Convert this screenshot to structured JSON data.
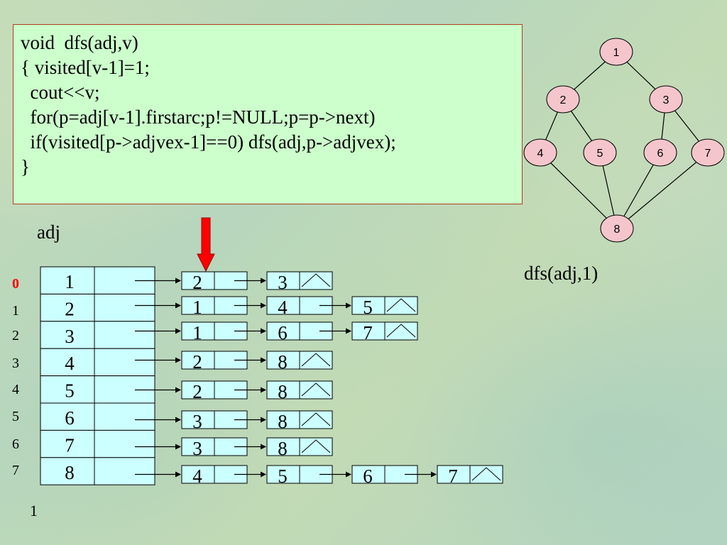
{
  "code": {
    "lines": [
      "void  dfs(adj,v)",
      "{ visited[v-1]=1;",
      "  cout<<v;",
      "  for(p=adj[v-1].firstarc;p!=NULL;p=p->next)",
      "  if(visited[p->adjvex-1]==0) dfs(adj,p->adjvex);",
      "}"
    ]
  },
  "labels": {
    "adj": "adj",
    "call": "dfs(adj,1)",
    "output": "1"
  },
  "array": {
    "indices": [
      "0",
      "1",
      "2",
      "3",
      "4",
      "5",
      "6",
      "7"
    ],
    "vertices": [
      "1",
      "2",
      "3",
      "4",
      "5",
      "6",
      "7",
      "8"
    ],
    "highlighted_index": 0
  },
  "adjacency_lists": [
    [
      "2",
      "3"
    ],
    [
      "1",
      "4",
      "5"
    ],
    [
      "1",
      "6",
      "7"
    ],
    [
      "2",
      "8"
    ],
    [
      "2",
      "8"
    ],
    [
      "3",
      "8"
    ],
    [
      "3",
      "8"
    ],
    [
      "4",
      "5",
      "6",
      "7"
    ]
  ],
  "graph": {
    "nodes": [
      "1",
      "2",
      "3",
      "4",
      "5",
      "6",
      "7",
      "8"
    ],
    "edges": [
      [
        "1",
        "2"
      ],
      [
        "1",
        "3"
      ],
      [
        "2",
        "4"
      ],
      [
        "2",
        "5"
      ],
      [
        "3",
        "6"
      ],
      [
        "3",
        "7"
      ],
      [
        "4",
        "8"
      ],
      [
        "5",
        "8"
      ],
      [
        "6",
        "8"
      ],
      [
        "7",
        "8"
      ]
    ]
  },
  "colors": {
    "highlight_index": "#ff0000",
    "pointer_arrow": "#ff0000",
    "node_fill": "#f4c6cc",
    "code_bg": "#ccffcc",
    "cell_fill": "#ccffff"
  }
}
